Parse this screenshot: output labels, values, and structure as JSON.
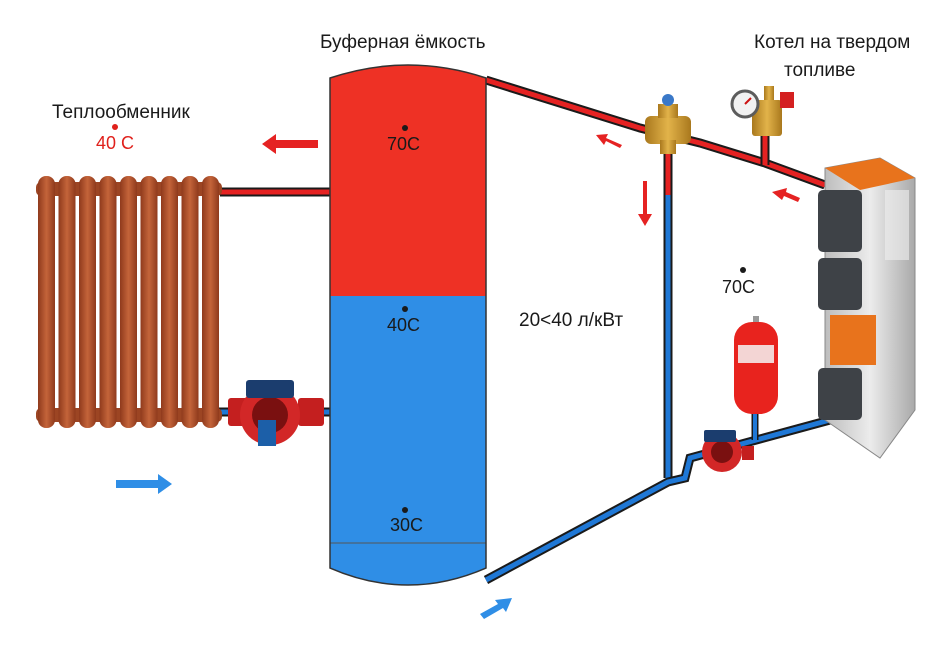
{
  "labels": {
    "buffer_tank": "Буферная ёмкость",
    "boiler_line1": "Котел на твердом",
    "boiler_line2": "топливе",
    "heat_exchanger": "Теплообменник",
    "ratio": "20<40 л/кВт"
  },
  "temperatures": {
    "radiator": "40 С",
    "tank_top": "70С",
    "tank_middle": "40С",
    "tank_bottom": "30С",
    "boiler_side": "70С"
  },
  "tank_levels": {
    "hot_fraction": 0.47,
    "cold_fraction": 0.53
  },
  "colors": {
    "hot": "#ee3125",
    "cold": "#2f8ee6",
    "pipe_hot": "#e52222",
    "pipe_cold": "#1f78d6",
    "radiator": "#b5542e",
    "boiler_body": "#d9d9d9",
    "boiler_accent": "#e8731c",
    "expansion_tank": "#e8231e"
  },
  "icons": [
    "radiator-icon",
    "circulation-pump-icon",
    "three-way-valve-icon",
    "pressure-gauge-icon",
    "expansion-tank-icon",
    "solid-fuel-boiler-icon",
    "flow-arrow-icon"
  ]
}
